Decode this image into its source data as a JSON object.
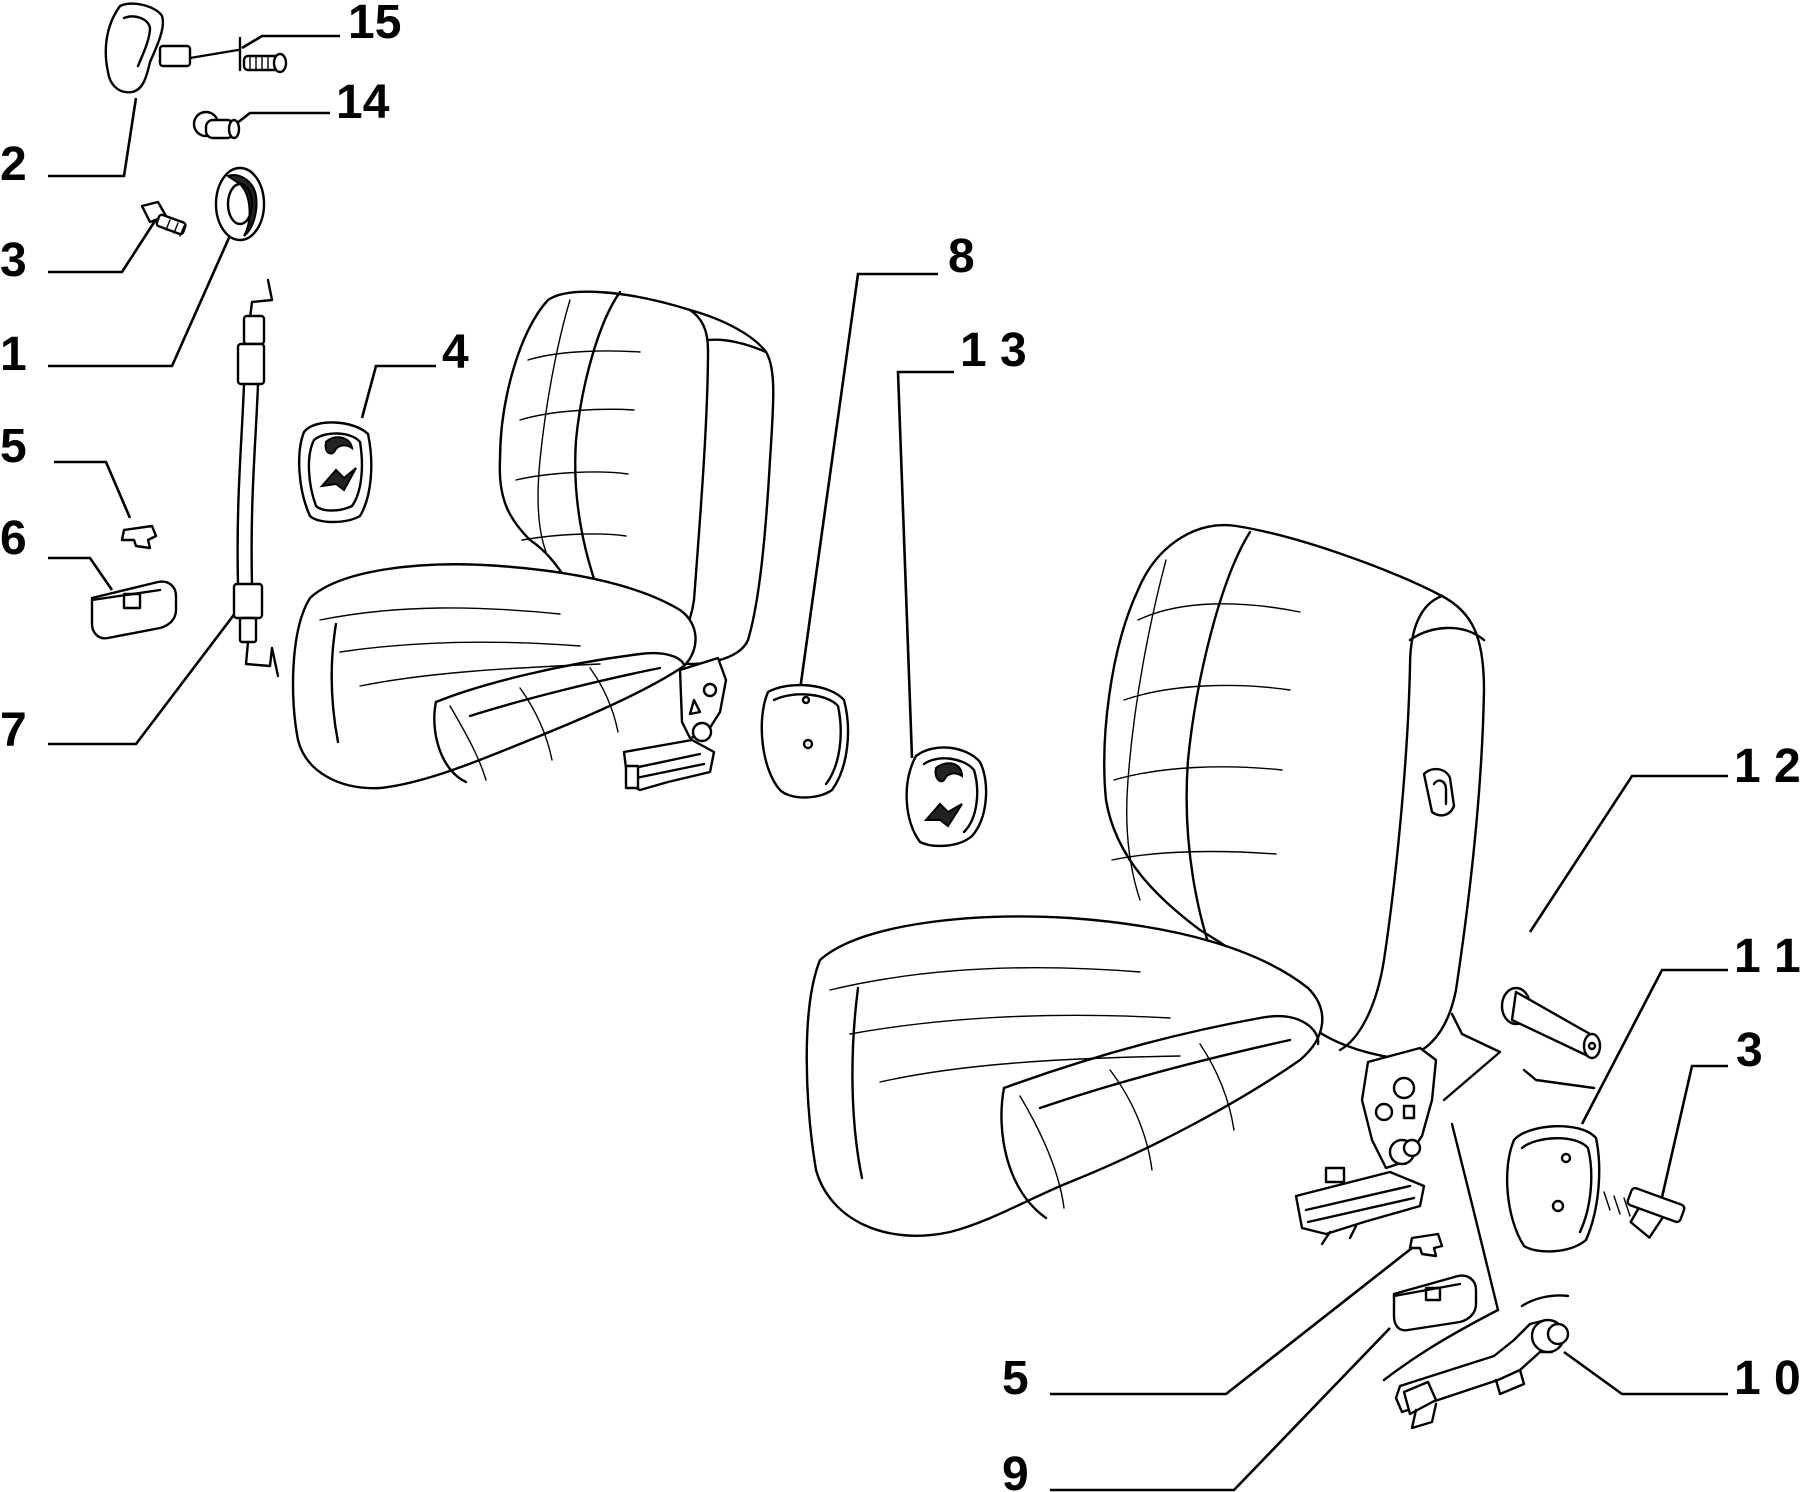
{
  "callouts": [
    {
      "id": "c15",
      "label": "15"
    },
    {
      "id": "c14",
      "label": "14"
    },
    {
      "id": "c2",
      "label": "2"
    },
    {
      "id": "c3a",
      "label": "3"
    },
    {
      "id": "c1",
      "label": "1"
    },
    {
      "id": "c5a",
      "label": "5"
    },
    {
      "id": "c6",
      "label": "6"
    },
    {
      "id": "c7",
      "label": "7"
    },
    {
      "id": "c4",
      "label": "4"
    },
    {
      "id": "c8",
      "label": "8"
    },
    {
      "id": "c13",
      "label": "1 3"
    },
    {
      "id": "c12",
      "label": "1 2"
    },
    {
      "id": "c11",
      "label": "1 1"
    },
    {
      "id": "c3b",
      "label": "3"
    },
    {
      "id": "c10",
      "label": "1 0"
    },
    {
      "id": "c5b",
      "label": "5"
    },
    {
      "id": "c9",
      "label": "9"
    }
  ]
}
